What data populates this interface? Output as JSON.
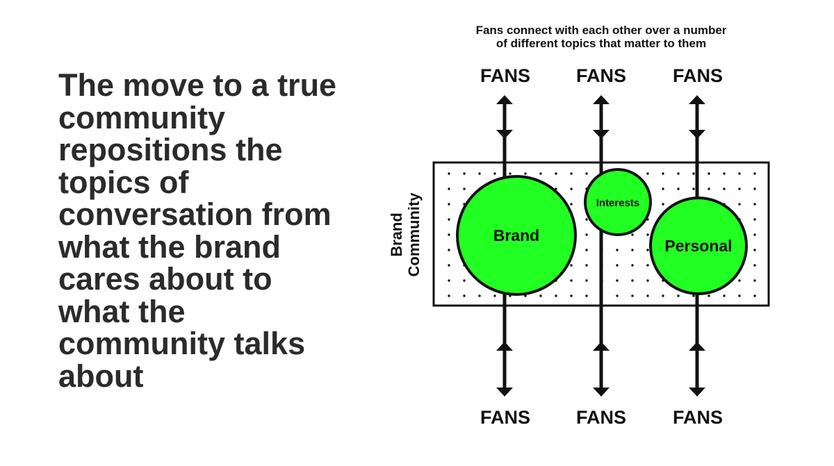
{
  "headline": "The move to a true community repositions the topics of conversation from what the brand cares about to what the community talks about",
  "diagram": {
    "caption_line1": "Fans connect with each other over a number",
    "caption_line2": "of different topics that matter to them",
    "side_label_line1": "Brand",
    "side_label_line2": "Community",
    "fans_label": "FANS",
    "circles": [
      "Brand",
      "Interests",
      "Personal"
    ],
    "circle_color": "#22ff22"
  }
}
